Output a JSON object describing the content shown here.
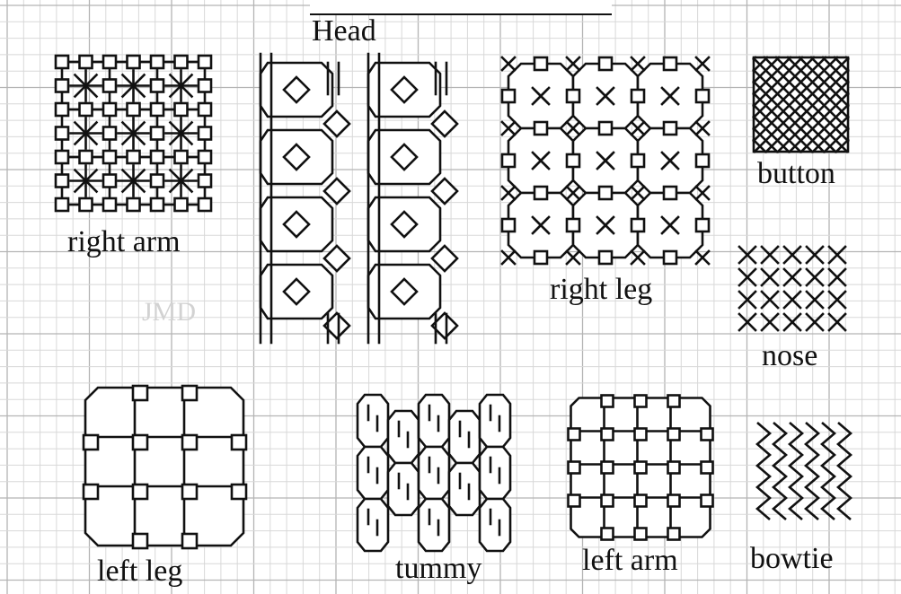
{
  "labels": {
    "head": "Head",
    "right_arm": "right arm",
    "right_leg": "right leg",
    "button": "button",
    "nose": "nose",
    "left_leg": "left leg",
    "tummy": "tummy",
    "left_arm": "left arm",
    "bowtie": "bowtie",
    "watermark": "JMD"
  },
  "colors": {
    "grid_minor": "#d8d8d8",
    "grid_major": "#b4b4b4",
    "ink": "#111111",
    "watermark": "#d2d2d2"
  }
}
